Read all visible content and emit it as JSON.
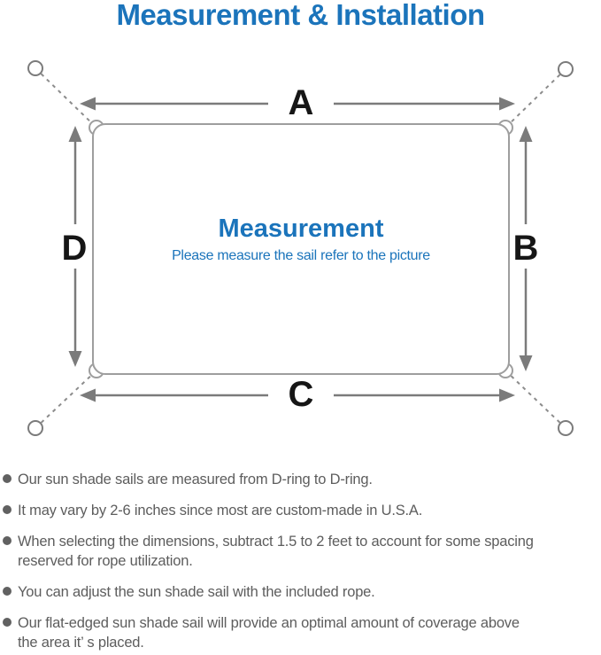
{
  "page": {
    "title": "Measurement & Installation"
  },
  "diagram": {
    "labels": {
      "top": "A",
      "right": "B",
      "bottom": "C",
      "left": "D"
    },
    "center_title": "Measurement",
    "center_subtitle": "Please measure the sail refer to the picture"
  },
  "notes": {
    "items": [
      "Our sun shade sails are measured from D-ring to D-ring.",
      "It may vary by 2-6 inches since most are custom-made in U.S.A.",
      "When selecting the dimensions, subtract 1.5 to 2 feet to account for some spacing\nreserved for rope utilization.",
      "You can adjust the sun shade sail with the included rope.",
      "Our flat-edged sun shade sail will provide an optimal amount of coverage above\nthe area it’ s placed."
    ]
  },
  "colors": {
    "accent_blue": "#1b74bb",
    "line_gray": "#7b7b7b",
    "outline_gray": "#9e9e9e",
    "text_gray": "#5d5d5d",
    "label_black": "#161616"
  }
}
